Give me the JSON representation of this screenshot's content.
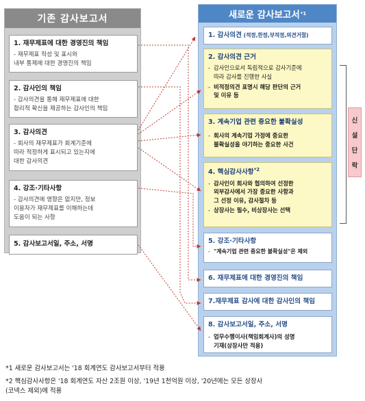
{
  "left": {
    "title": "기존 감사보고서",
    "items": [
      {
        "title": "1. 재무제표에 대한 경영진의 책임",
        "desc": [
          "- 재무제표 작성 및 표시와",
          "  내부 통제에 대한 경영진의 책임"
        ]
      },
      {
        "title": "2. 감사인의 책임",
        "desc": [
          "- 감사의견을 통해 재무제표에 대한",
          "  합리적 확신을 제공하는 감사인의 책임"
        ]
      },
      {
        "title": "3. 감사의견",
        "desc": [
          "- 회사의 재무제표가 회계기준에",
          "  따라 적정하게 표시되고 있는지에",
          "  대한 감사의견"
        ]
      },
      {
        "title": "4. 강조·기타사항",
        "desc": [
          "- 감사의견에 영향은 없지만, 정보",
          "  이용자가 재무제표를 이해하는데",
          "  도움이 되는 사항"
        ]
      },
      {
        "title": "5. 감사보고서일, 주소, 서명",
        "desc": []
      }
    ]
  },
  "right": {
    "title": "새로운 감사보고서",
    "title_note": "*1",
    "items": [
      {
        "title": "1. 감사의견",
        "suffix": " (적정,한정,부적정,의견거절)"
      },
      {
        "title": "2. 감사의견 근거",
        "desc1": [
          "감사인으로서 독립적으로 감사기준에",
          "따라 감사를 진행한 사실"
        ],
        "desc2": [
          "비적정의견 표명시 해당 판단의 근거",
          "및 이유 등"
        ]
      },
      {
        "title": "3. 계속기업 관련 중요한 불확실성",
        "desc1": [
          "회사의 계속기업 가정에 중요한",
          "불확실성을 야기하는 중요한 사건"
        ]
      },
      {
        "title": "4. 핵심감사사항",
        "note": "*2",
        "desc1": [
          "감사인이 회사와 협의하여 선정한",
          "외부감사에서 가장 중요한 사항과",
          "그 선정 이유, 감사절차 등"
        ],
        "desc2": [
          "상장사는 필수, 비상장사는 선택"
        ]
      },
      {
        "title": "5. 강조·기타사항",
        "desc1": [
          "\"계속기업 관련 중요한 불확실성\"은 제외"
        ]
      },
      {
        "title": "6. 재무제표에 대한 경영진의 책임"
      },
      {
        "title": "7.재무제표 감사에 대한 감사인의 책임"
      },
      {
        "title": "8. 감사보고서일, 주소, 서명",
        "desc1": [
          "업무수행이사(책임회계사)의  성명",
          "기재(상장사만 적용)"
        ]
      }
    ]
  },
  "new_label": [
    "신",
    "설",
    "단",
    "락"
  ],
  "notes": [
    "*1 새로운 감사보고서는 '18 회계연도 감사보고서부터 적용",
    "*2 핵심감사사항은 '18 회계연도 자산 2조원 이상, '19년 1천억원 이상, '20년에는 모든 상장사",
    "   (코넥스 제외)에 적용"
  ],
  "colors": {
    "connector": "#c0392b",
    "right_header": "#4f86c6",
    "left_header": "#8a8a8a",
    "highlight": "#fdf9c6",
    "new_tag": "#f7c9cc"
  }
}
